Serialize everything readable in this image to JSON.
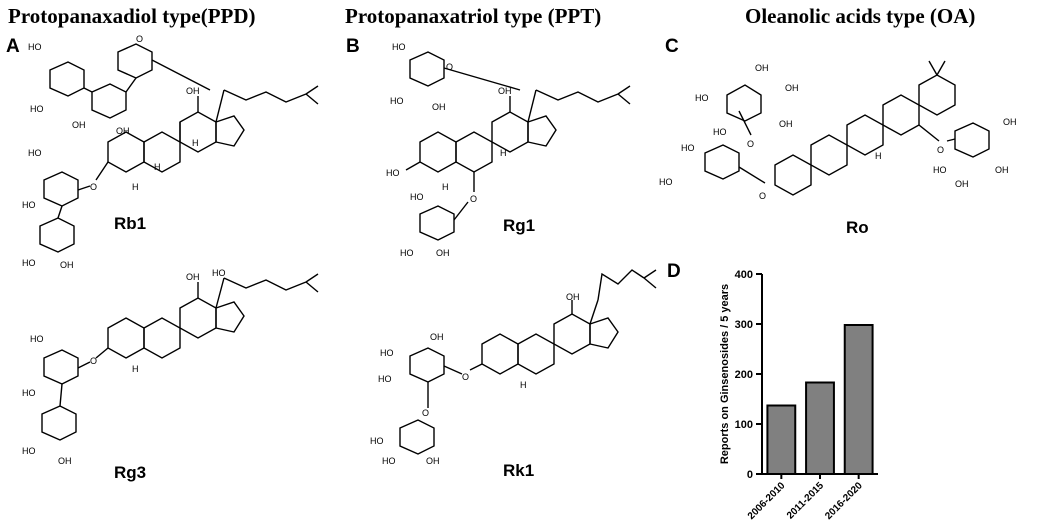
{
  "titles": {
    "ppd": "Protopanaxadiol type(PPD)",
    "ppt": "Protopanaxatriol  type (PPT)",
    "oa": "Oleanolic acids type (OA)"
  },
  "panels": {
    "a": "A",
    "b": "B",
    "c": "C",
    "d": "D"
  },
  "compounds": {
    "rb1": "Rb1",
    "rg3": "Rg3",
    "rg1": "Rg1",
    "rk1": "Rk1",
    "ro": "Ro"
  },
  "atom_labels": {
    "oh": "OH",
    "ho": "HO",
    "o": "O",
    "h": "H"
  },
  "chart_data": {
    "type": "bar",
    "categories": [
      "2006-2010",
      "2011-2015",
      "2016-2020"
    ],
    "values": [
      137,
      183,
      298
    ],
    "title": "",
    "xlabel": "",
    "ylabel": "Reports on Ginsenosides / 5 years",
    "ylim": [
      0,
      400
    ],
    "yticks": [
      0,
      100,
      200,
      300,
      400
    ],
    "bar_color": "#808080",
    "grid": false
  }
}
